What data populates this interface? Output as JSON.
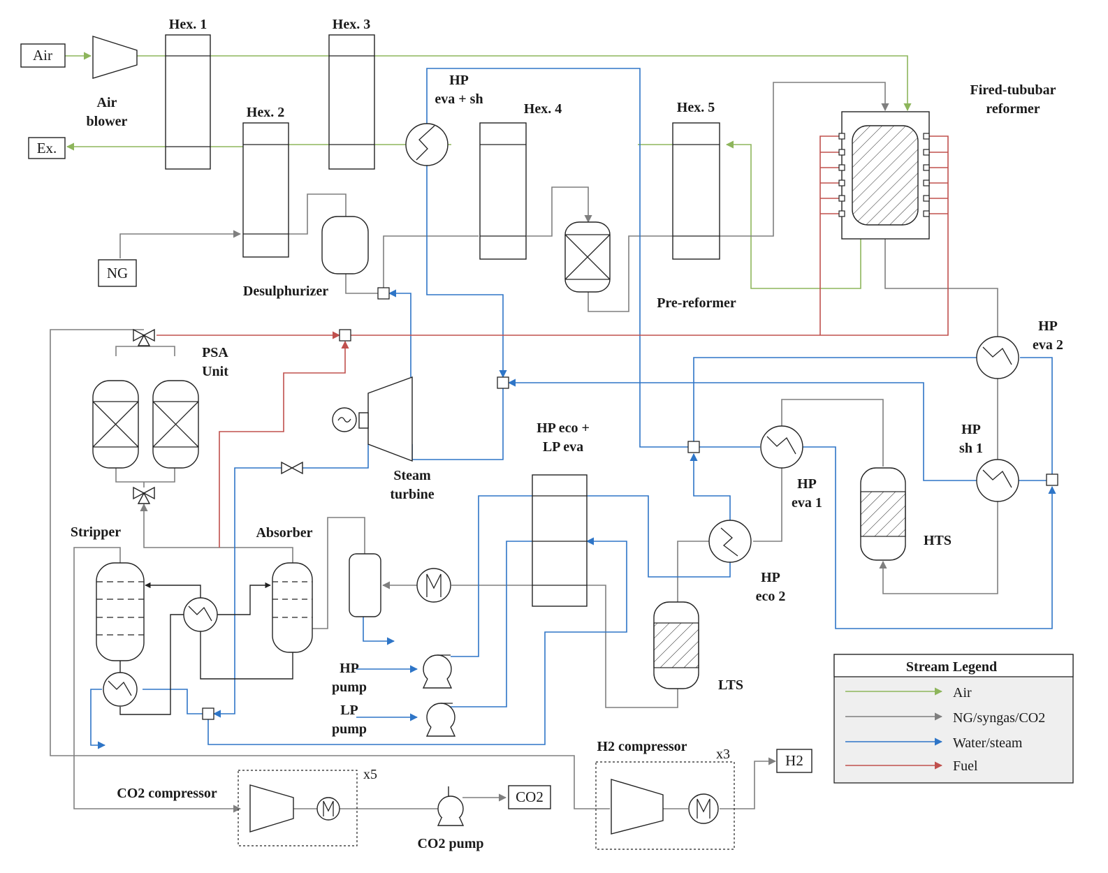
{
  "labels": {
    "air_in": "Air",
    "exhaust": "Ex.",
    "ng_in": "NG",
    "h2_out": "H2",
    "co2_out": "CO2",
    "air_blower": [
      "Air",
      "blower"
    ],
    "hex1": "Hex. 1",
    "hex2": "Hex. 2",
    "hex3": "Hex. 3",
    "hex4": "Hex. 4",
    "hex5": "Hex. 5",
    "hp_eva_sh": [
      "HP",
      "eva + sh"
    ],
    "reformer": [
      "Fired-tububar",
      "reformer"
    ],
    "desulphurizer": "Desulphurizer",
    "pre_reformer": "Pre-reformer",
    "psa_unit": [
      "PSA",
      "Unit"
    ],
    "hp_eva2": [
      "HP",
      "eva 2"
    ],
    "hp_sh1": [
      "HP",
      "sh 1"
    ],
    "hp_eva1": [
      "HP",
      "eva 1"
    ],
    "hp_eco2": [
      "HP",
      "eco 2"
    ],
    "hp_eco_lp_eva": [
      "HP eco +",
      "LP eva"
    ],
    "steam_turbine": [
      "Steam",
      "turbine"
    ],
    "hts": "HTS",
    "lts": "LTS",
    "stripper": "Stripper",
    "absorber": "Absorber",
    "hp_pump": [
      "HP",
      "pump"
    ],
    "lp_pump": [
      "LP",
      "pump"
    ],
    "co2_compressor": "CO2 compressor",
    "co2_pump": "CO2 pump",
    "h2_compressor": "H2 compressor",
    "x5": "x5",
    "x3": "x3"
  },
  "legend": {
    "title": "Stream Legend",
    "items": [
      {
        "label": "Air",
        "color": "#8db55b"
      },
      {
        "label": "NG/syngas/CO2",
        "color": "#7f7f7f"
      },
      {
        "label": "Water/steam",
        "color": "#2e75c7"
      },
      {
        "label": "Fuel",
        "color": "#c0504d"
      }
    ]
  },
  "colors": {
    "air": "#8db55b",
    "gas": "#7f7f7f",
    "water": "#2e75c7",
    "fuel": "#c0504d"
  }
}
